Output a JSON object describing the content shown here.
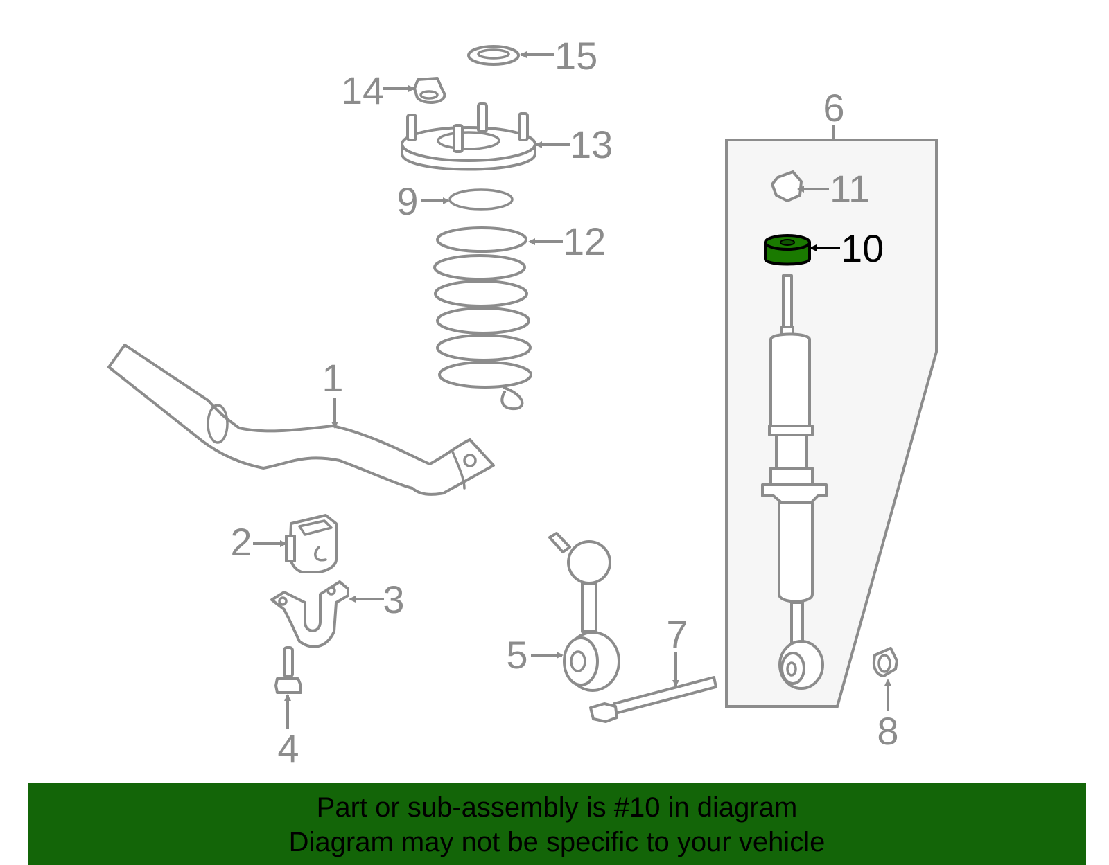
{
  "callouts": {
    "c1": "1",
    "c2": "2",
    "c3": "3",
    "c4": "4",
    "c5": "5",
    "c6": "6",
    "c7": "7",
    "c8": "8",
    "c9": "9",
    "c10": "10",
    "c11": "11",
    "c12": "12",
    "c13": "13",
    "c14": "14",
    "c15": "15"
  },
  "highlighted_part": "10",
  "colors": {
    "line": "#8c8c8c",
    "highlight_fill": "#1a7a00",
    "banner_bg": "#136508",
    "banner_text": "#000000"
  },
  "banner": {
    "line1": "Part or sub-assembly is #10 in diagram",
    "line2": "Diagram may not be specific to your vehicle"
  }
}
